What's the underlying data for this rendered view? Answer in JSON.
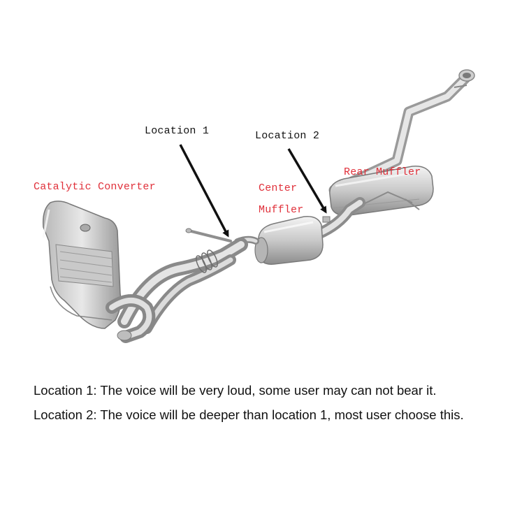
{
  "labels": {
    "location1": "Location 1",
    "location2": "Location 2",
    "catalytic": "Catalytic Converter",
    "center_line1": "Center",
    "center_line2": "Muffler",
    "rear": "Rear Muffler"
  },
  "notes": {
    "line1": "Location 1: The voice will be very loud, some user may can not bear it.",
    "line2": "Location 2: The voice will be deeper than location 1, most user choose this."
  },
  "colors": {
    "red_label": "#e0303a",
    "black_text": "#111111",
    "metal_light": "#dcdcdc",
    "metal_dark": "#8a8a8a"
  }
}
